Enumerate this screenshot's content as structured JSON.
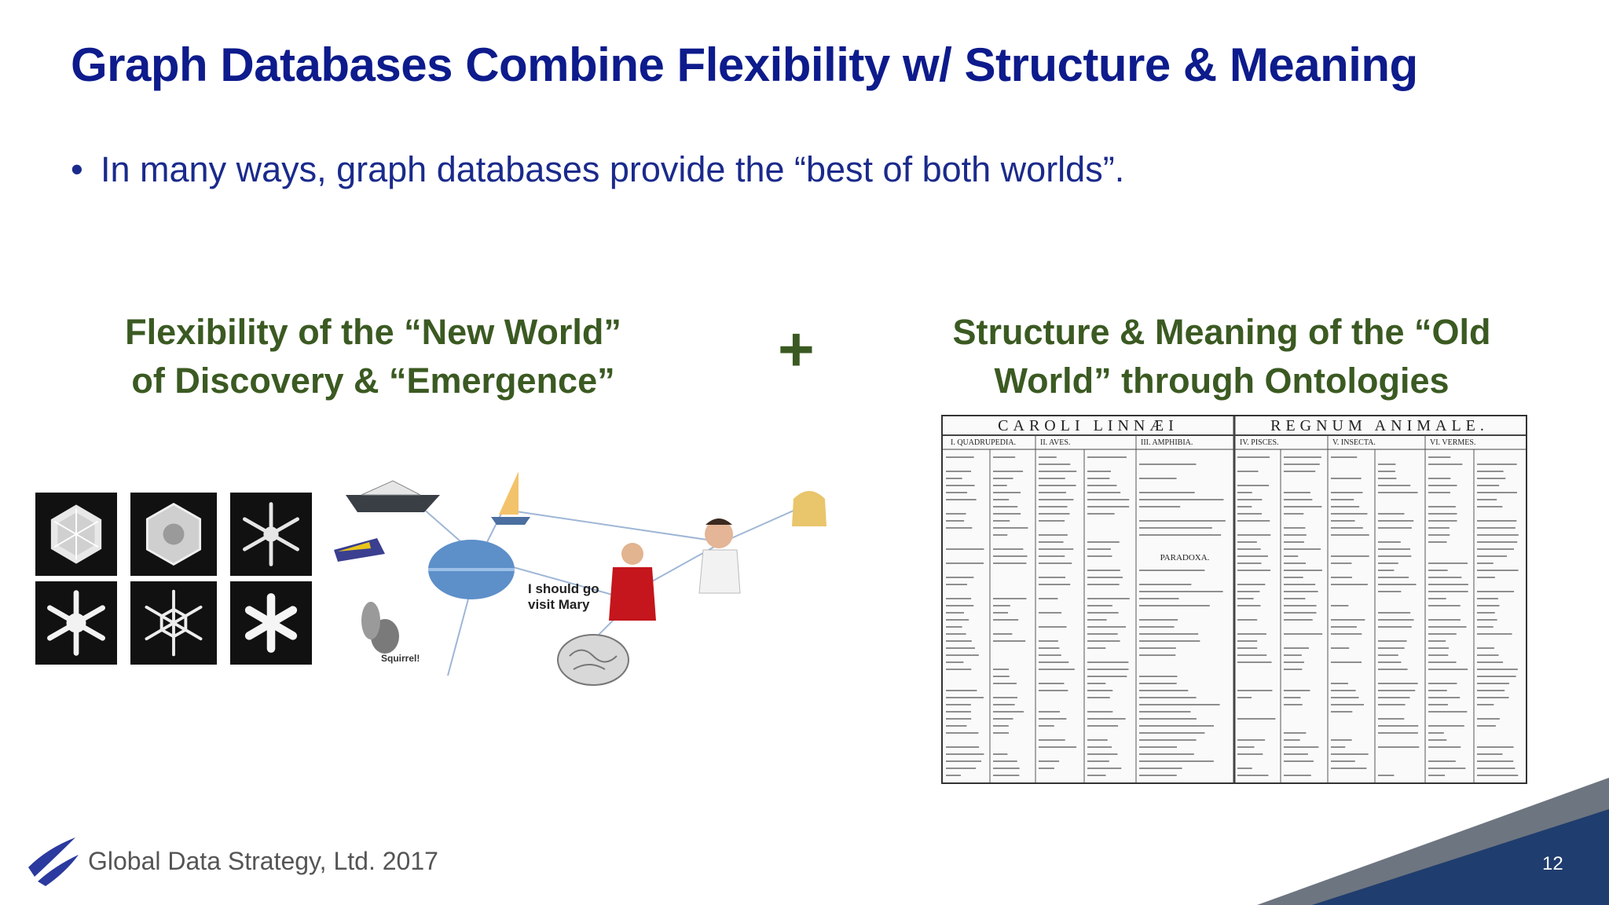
{
  "slide": {
    "title": "Graph Databases Combine Flexibility w/ Structure & Meaning",
    "bullet": "In many ways, graph databases provide the “best of both worlds”.",
    "left_heading_line1": "Flexibility of the “New World”",
    "left_heading_line2": "of Discovery & “Emergence”",
    "plus": "+",
    "right_heading_line1": "Structure & Meaning of the “Old",
    "right_heading_line2": "World” through Ontologies"
  },
  "network_diagram": {
    "texts": [
      "I should go",
      "visit Mary",
      "Squirrel!"
    ]
  },
  "taxonomy_sheet": {
    "header_left": "CAROLI LINNÆI",
    "header_right": "REGNUM ANIMALE.",
    "columns": [
      "I. QUADRUPEDIA.",
      "II. AVES.",
      "III. AMPHIBIA.",
      "IV. PISCES.",
      "V. INSECTA.",
      "VI. VERMES."
    ],
    "section": "PARADOXA."
  },
  "footer": {
    "company": "Global Data Strategy, Ltd. 2017",
    "page": "12"
  },
  "colors": {
    "title": "#0d1b8c",
    "heading_green": "#3b5a22",
    "corner_navy": "#1f3d6e",
    "corner_gray": "#6d7580"
  }
}
